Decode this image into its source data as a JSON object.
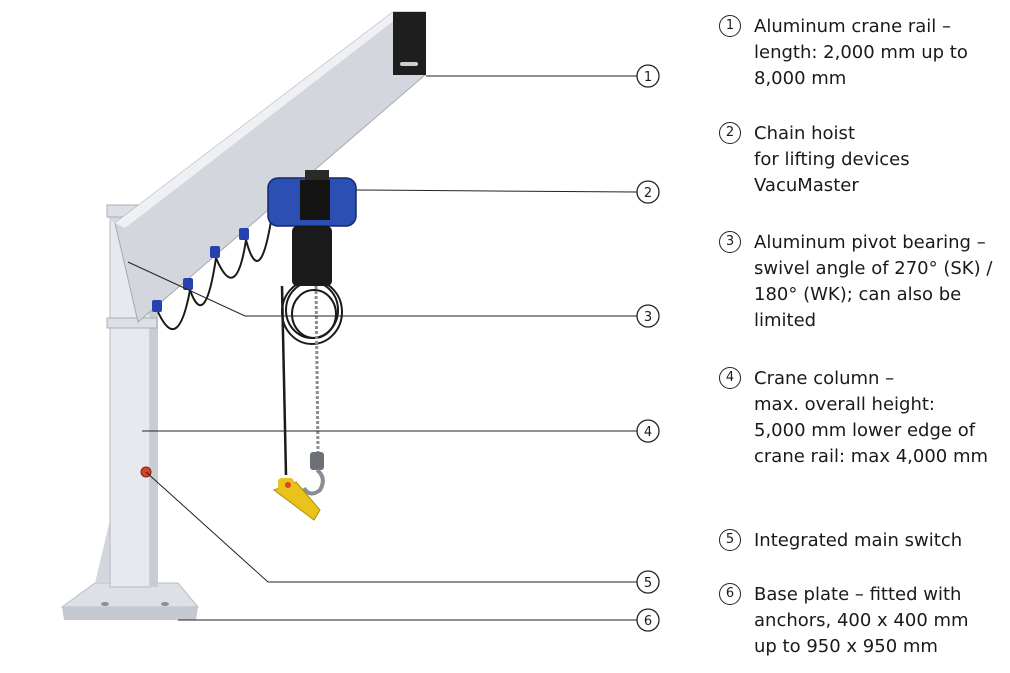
{
  "callout_markers": [
    "1",
    "2",
    "3",
    "4",
    "5",
    "6"
  ],
  "legend": [
    {
      "number": "1",
      "text": "Aluminum crane rail –\nlength: 2,000 mm up to\n8,000 mm"
    },
    {
      "number": "2",
      "text": "Chain hoist\nfor lifting devices\nVacuMaster"
    },
    {
      "number": "3",
      "text": "Aluminum pivot bearing –\nswivel angle of 270° (SK) /\n180° (WK); can also be\nlimited"
    },
    {
      "number": "4",
      "text": "Crane column –\nmax. overall height:\n5,000 mm lower edge of\ncrane rail: max 4,000 mm"
    },
    {
      "number": "5",
      "text": "Integrated main switch"
    },
    {
      "number": "6",
      "text": "Base plate – fitted with\nanchors, 400 x 400 mm\nup to 950 x 950 mm"
    }
  ],
  "colors": {
    "column": "#e7e9ee",
    "column_shade": "#c9ccd3",
    "rail": "#d3d6dc",
    "rail_dark": "#1e1e1e",
    "hoist": "#2c4fb3",
    "trolley_clip": "#2741b0",
    "cable": "#1a1a1a",
    "control": "#e9c21a",
    "switch": "#d8442a",
    "leader": "#222222"
  }
}
